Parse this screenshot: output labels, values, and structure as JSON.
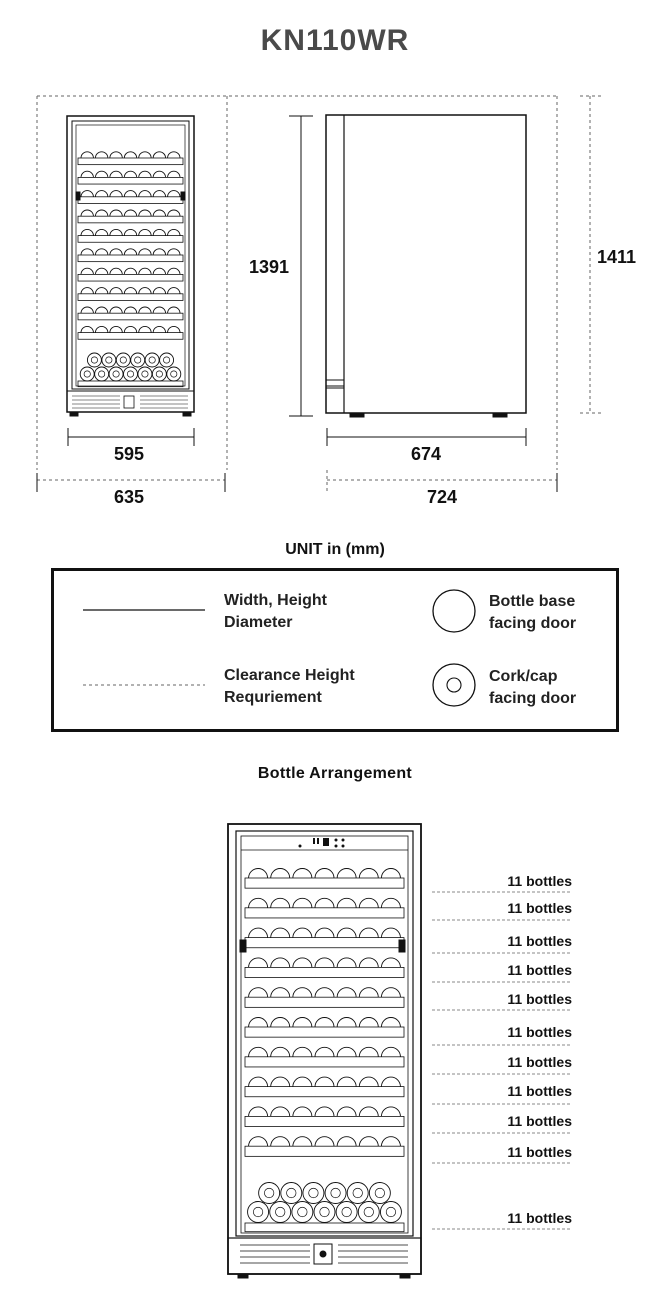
{
  "title": "KN110WR",
  "dimensions": {
    "front_width": "595",
    "front_clearance_width": "635",
    "side_height": "1391",
    "side_depth": "674",
    "side_clearance_depth": "724",
    "clearance_height": "1411"
  },
  "unit_caption": "UNIT in (mm)",
  "legend": {
    "solid_line": "Width, Height\nDiameter",
    "dashed_line": "Clearance Height\nRequriement",
    "bottle_base": "Bottle base\nfacing door",
    "cork_cap": "Cork/cap\nfacing door"
  },
  "arrangement": {
    "title": "Bottle Arrangement",
    "shelves": [
      {
        "label": "11 bottles"
      },
      {
        "label": "11 bottles"
      },
      {
        "label": "11 bottles"
      },
      {
        "label": "11 bottles"
      },
      {
        "label": "11 bottles"
      },
      {
        "label": "11 bottles"
      },
      {
        "label": "11 bottles"
      },
      {
        "label": "11 bottles"
      },
      {
        "label": "11 bottles"
      },
      {
        "label": "11 bottles"
      },
      {
        "label": "11 bottles"
      }
    ]
  }
}
